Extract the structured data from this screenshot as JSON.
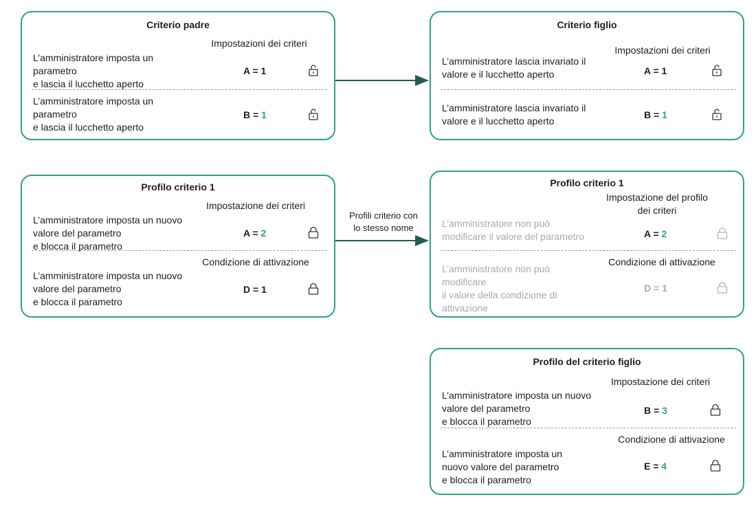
{
  "colors": {
    "accent": "#2f9e8f",
    "muted": "#a9a9a9",
    "text": "#1d1d1b"
  },
  "parent_policy": {
    "title": "Criterio padre",
    "heading": "Impostazioni dei criteri",
    "rows": [
      {
        "desc": "L’amministratore imposta un\nparametro\n e lascia il lucchetto aperto",
        "label": "A = ",
        "value": "1",
        "lock": "open-lock-icon"
      },
      {
        "desc": "L’amministratore imposta un\nparametro\n e lascia il lucchetto aperto",
        "label": "B = ",
        "value": "1",
        "lock": "open-lock-icon"
      }
    ]
  },
  "child_policy": {
    "title": "Criterio figlio",
    "heading": "Impostazioni dei criteri",
    "rows": [
      {
        "desc": "L’amministratore lascia invariato il\nvalore e il lucchetto aperto",
        "label": "A = ",
        "value": "1",
        "lock": "open-lock-icon"
      },
      {
        "desc": "L’amministratore lascia invariato il\nvalore e il lucchetto aperto",
        "label": "B = ",
        "value": "1",
        "lock": "open-lock-icon"
      }
    ]
  },
  "profile_left": {
    "title": "Profilo criterio 1",
    "heading1": "Impostazione dei criteri",
    "heading2": "Condizione di attivazione",
    "rows": [
      {
        "desc": "L’amministratore imposta un nuovo\nvalore del parametro\n e blocca il parametro",
        "label": "A = ",
        "value": "2",
        "lock": "closed-lock-icon"
      },
      {
        "desc": "L’amministratore imposta un nuovo\nvalore del parametro\n e blocca il parametro",
        "label": "D = ",
        "value": "1",
        "lock": "closed-lock-icon"
      }
    ]
  },
  "arrow_caption": "Profili criterio con\nlo stesso nome",
  "profile_right": {
    "title": "Profilo criterio 1",
    "heading1": "Impostazione del profilo\ndei criteri",
    "heading2": "Condizione di attivazione",
    "rows": [
      {
        "desc": "L’amministratore non può\nmodificare il valore del parametro",
        "label": "A = ",
        "value": "2",
        "lock": "closed-lock-icon"
      },
      {
        "desc": "L’amministratore non può\nmodificare\n il valore della condizione di\nattivazione",
        "label": "D = ",
        "value": "1",
        "lock": "closed-lock-icon"
      }
    ]
  },
  "child_profile": {
    "title": "Profilo del criterio figlio",
    "heading1": "Impostazione dei criteri",
    "heading2": "Condizione di attivazione",
    "rows": [
      {
        "desc": "L’amministratore imposta un nuovo\nvalore del parametro\n e blocca il parametro",
        "label": "B = ",
        "value": "3",
        "lock": "closed-lock-icon"
      },
      {
        "desc": "L’amministratore imposta un\nnuovo valore del parametro\n e blocca il parametro",
        "label": "E = ",
        "value": "4",
        "lock": "closed-lock-icon"
      }
    ]
  }
}
